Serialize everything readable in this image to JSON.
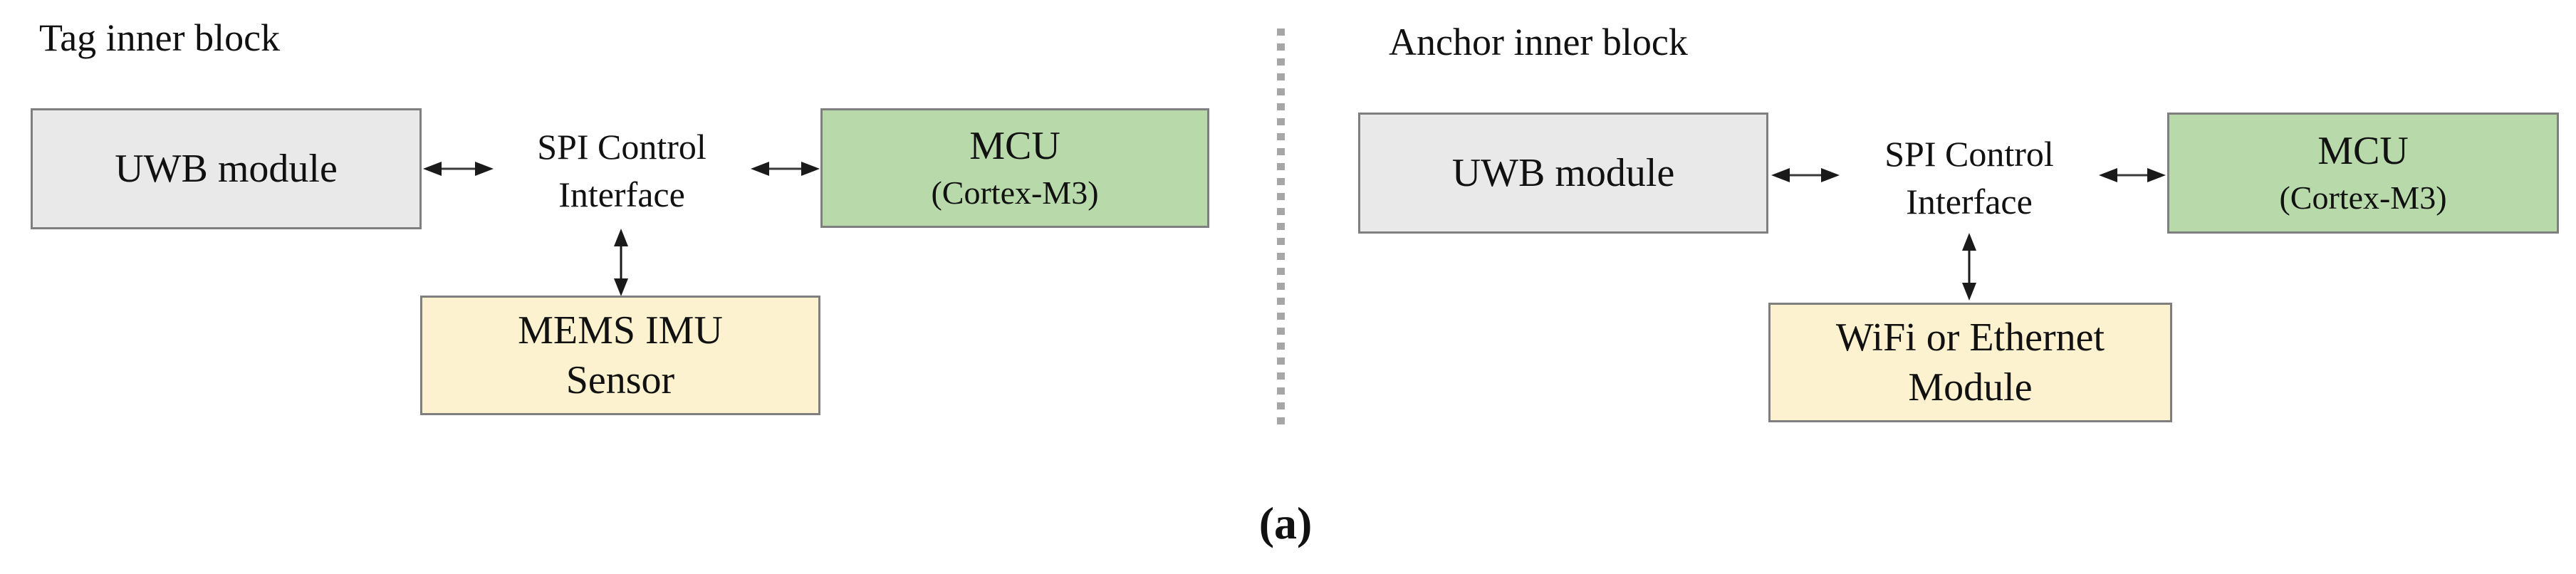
{
  "figure": {
    "caption": "(a)"
  },
  "colors": {
    "uwb_fill": "#e9e9e9",
    "mcu_fill": "#b8d9a9",
    "peripheral_fill": "#fcf2d0",
    "border": "#7f7f7f",
    "divider": "#a6a6a6",
    "ink": "#111111"
  },
  "panels": [
    {
      "title": "Tag inner block",
      "uwb": {
        "label": "UWB module"
      },
      "spi": {
        "line1": "SPI Control",
        "line2": "Interface"
      },
      "mcu": {
        "line1": "MCU",
        "line2": "(Cortex-M3)"
      },
      "peripheral": {
        "line1": "MEMS IMU",
        "line2": "Sensor"
      }
    },
    {
      "title": "Anchor inner block",
      "uwb": {
        "label": "UWB module"
      },
      "spi": {
        "line1": "SPI Control",
        "line2": "Interface"
      },
      "mcu": {
        "line1": "MCU",
        "line2": "(Cortex-M3)"
      },
      "peripheral": {
        "line1": "WiFi or Ethernet",
        "line2": "Module"
      }
    }
  ]
}
